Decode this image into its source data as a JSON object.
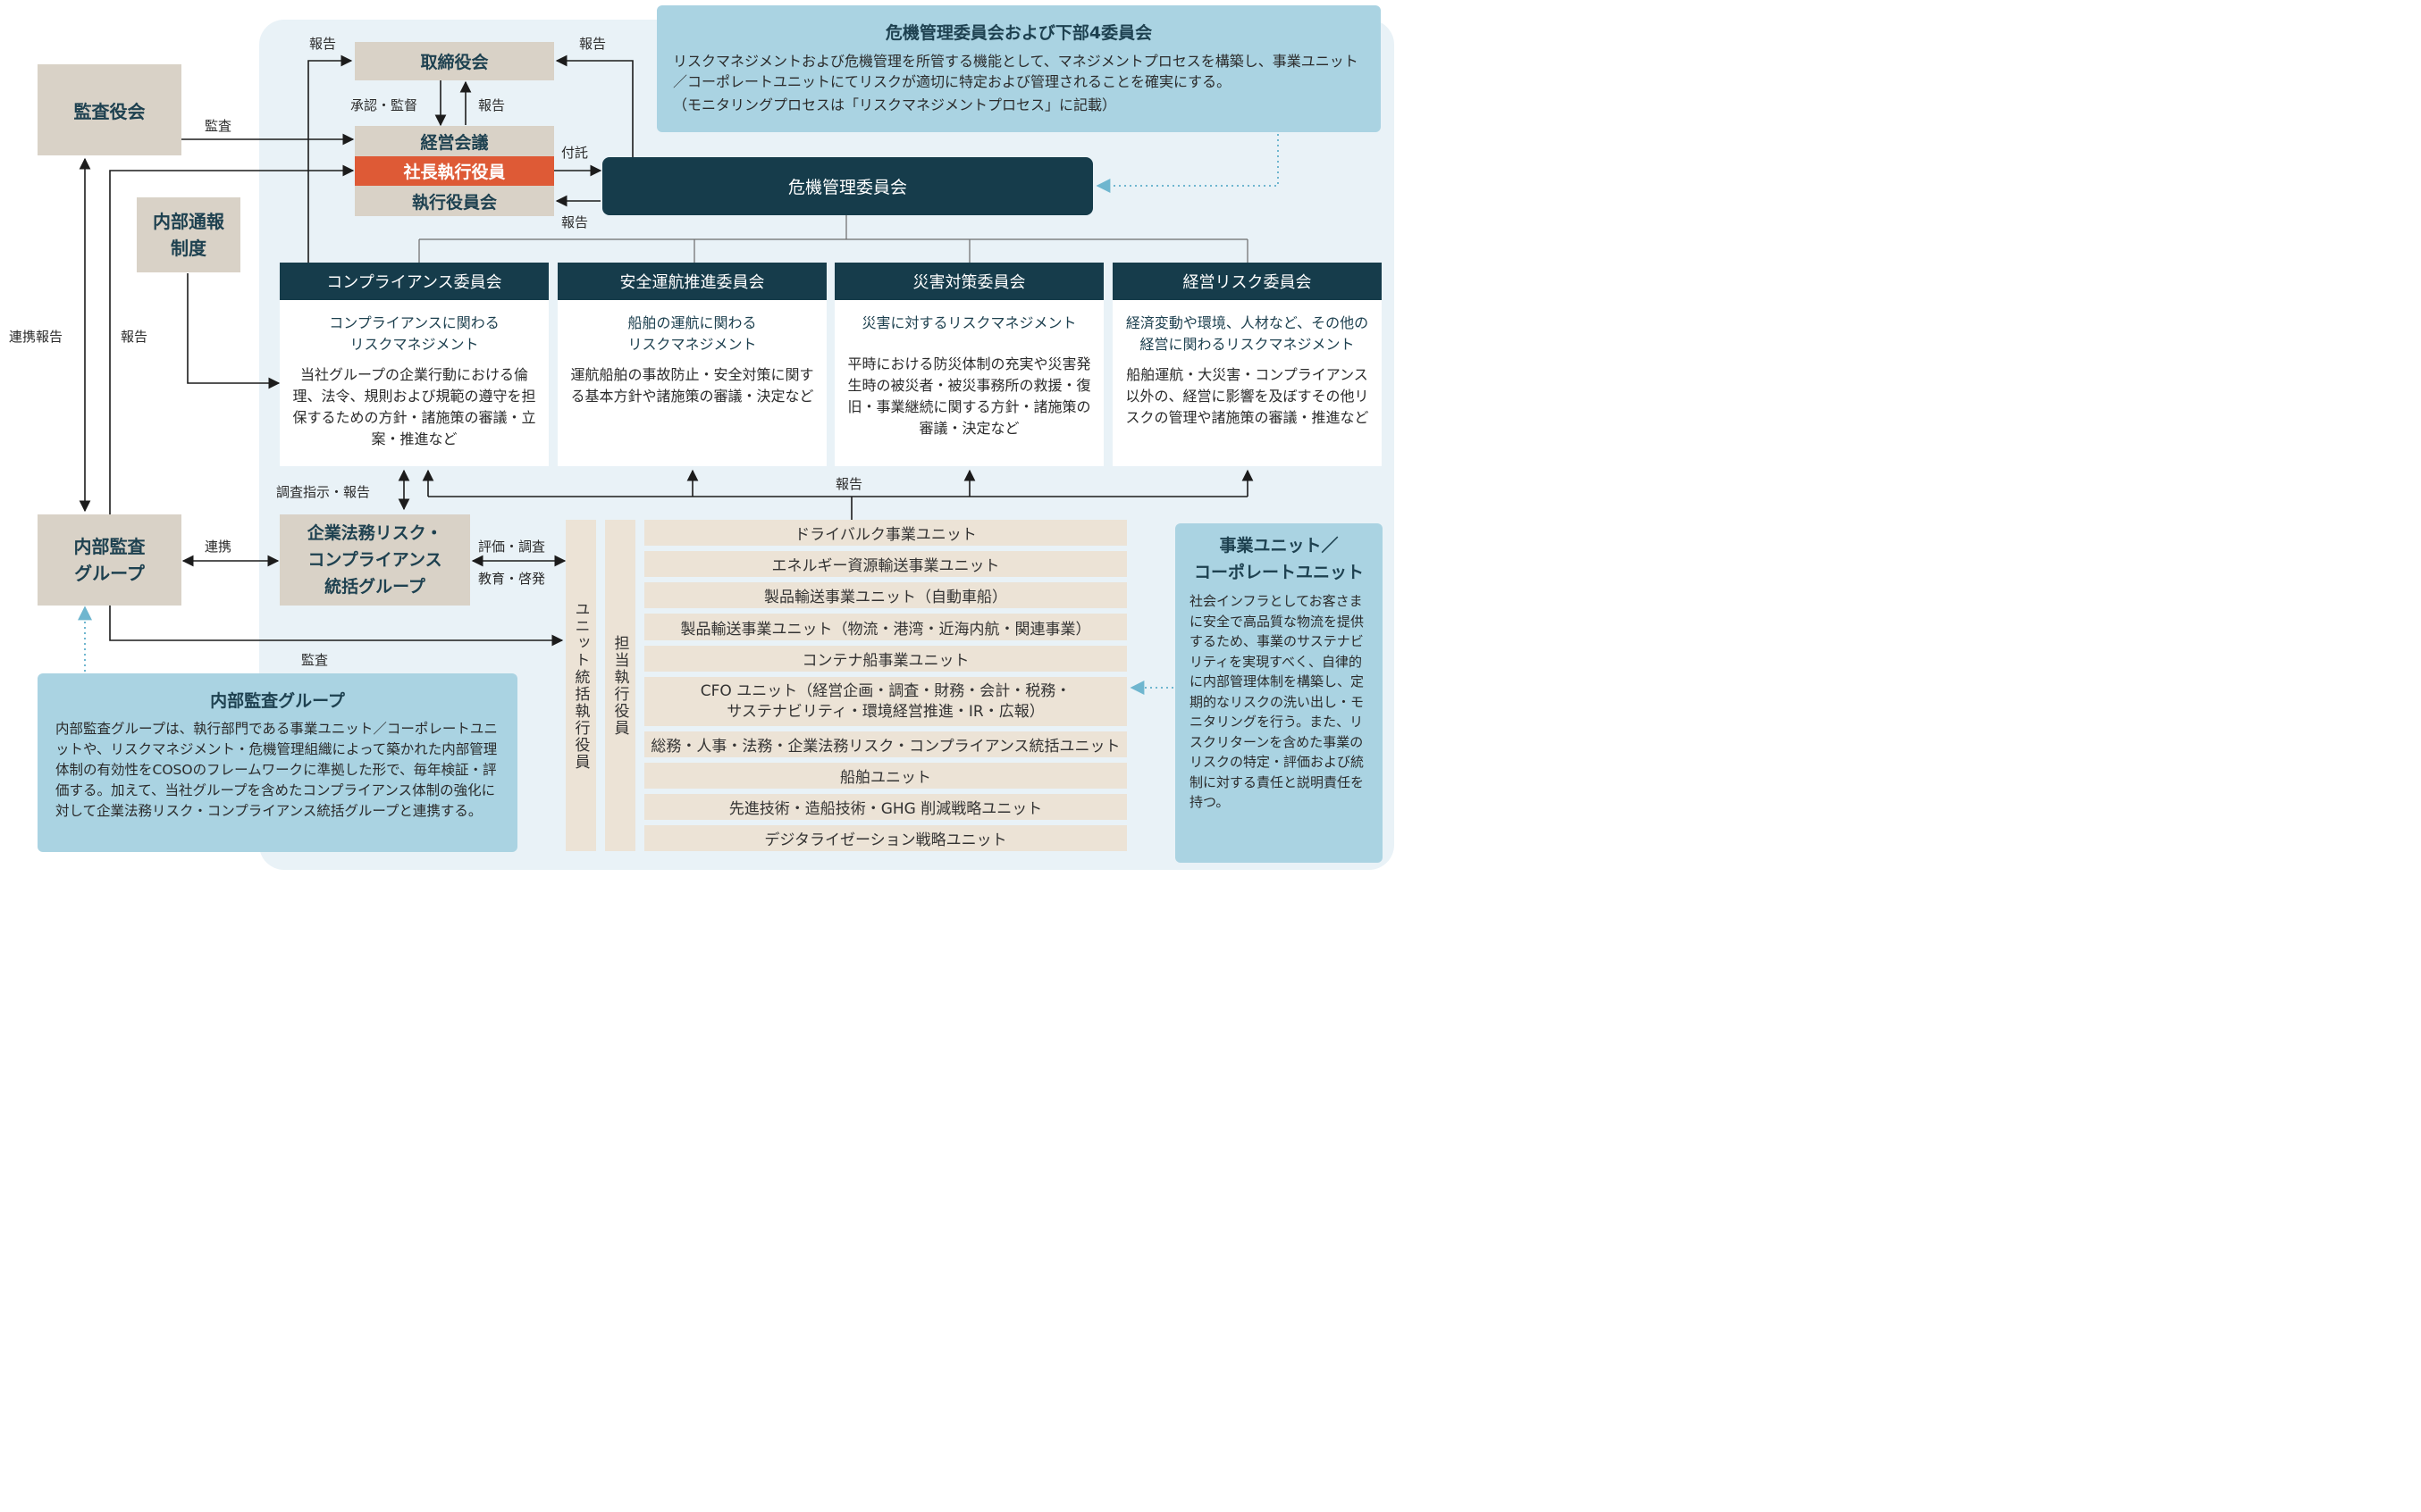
{
  "top_info": {
    "title": "危機管理委員会および下部4委員会",
    "body": "リスクマネジメントおよび危機管理を所管する機能として、マネジメントプロセスを構築し、事業ユニット／コーポレートユニットにてリスクが適切に特定および管理されることを確実にする。",
    "note": "（モニタリングプロセスは「リスクマネジメントプロセス」に記載）"
  },
  "nodes": {
    "audit_board": "監査役会",
    "board": "取締役会",
    "mgmt_meeting": "経営会議",
    "president": "社長執行役員",
    "exec_committee": "執行役員会",
    "crisis_committee": "危機管理委員会",
    "whistle": "内部通報\n制度",
    "internal_audit": "内部監査\nグループ",
    "legal_group": "企業法務リスク・\nコンプライアンス\n統括グループ",
    "unit_exec": "ユニット統括執行役員",
    "exec_in_charge": "担当執行役員"
  },
  "committees": [
    {
      "name": "コンプライアンス委員会",
      "sub": "コンプライアンスに関わる\nリスクマネジメント",
      "body": "当社グループの企業行動における倫理、法令、規則および規範の遵守を担保するための方針・諸施策の審議・立案・推進など"
    },
    {
      "name": "安全運航推進委員会",
      "sub": "船舶の運航に関わる\nリスクマネジメント",
      "body": "運航船舶の事故防止・安全対策に関する基本方針や諸施策の審議・決定など"
    },
    {
      "name": "災害対策委員会",
      "sub": "災害に対するリスクマネジメント",
      "body": "平時における防災体制の充実や災害発生時の被災者・被災事務所の救援・復旧・事業継続に関する方針・諸施策の審議・決定など"
    },
    {
      "name": "経営リスク委員会",
      "sub": "経済変動や環境、人材など、その他の経営に関わるリスクマネジメント",
      "body": "船舶運航・大災害・コンプライアンス以外の、経営に影響を及ぼすその他リスクの管理や諸施策の審議・推進など"
    }
  ],
  "units": [
    "ドライバルク事業ユニット",
    "エネルギー資源輸送事業ユニット",
    "製品輸送事業ユニット（自動車船）",
    "製品輸送事業ユニット（物流・港湾・近海内航・関連事業）",
    "コンテナ船事業ユニット",
    "CFO ユニット（経営企画・調査・財務・会計・税務・\nサステナビリティ・環境経営推進・IR・広報）",
    "総務・人事・法務・企業法務リスク・コンプライアンス統括ユニット",
    "船舶ユニット",
    "先進技術・造船技術・GHG 削減戦略ユニット",
    "デジタライゼーション戦略ユニット"
  ],
  "labels": {
    "report_a": "報告",
    "report_b": "報告",
    "approve": "承認・監督",
    "report_c": "報告",
    "audit": "監査",
    "entrust": "付託",
    "report_d": "報告",
    "liaison_report": "連携報告",
    "report_e": "報告",
    "survey": "調査指示・報告",
    "report_f": "報告",
    "liaison": "連携",
    "evaluate": "評価・調査",
    "educate": "教育・啓発",
    "audit2": "監査"
  },
  "audit_info": {
    "title": "内部監査グループ",
    "body": "内部監査グループは、執行部門である事業ユニット／コーポレートユニットや、リスクマネジメント・危機管理組織によって築かれた内部管理体制の有効性をCOSOのフレームワークに準拠した形で、毎年検証・評価する。加えて、当社グループを含めたコンプライアンス体制の強化に対して企業法務リスク・コンプライアンス統括グループと連携する。"
  },
  "unit_info": {
    "title": "事業ユニット／\nコーポレートユニット",
    "body": "社会インフラとしてお客さまに安全で高品質な物流を提供するため、事業のサステナビリティを実現すべく、自律的に内部管理体制を構築し、定期的なリスクの洗い出し・モニタリングを行う。また、リスクリターンを含めた事業のリスクの特定・評価および統制に対する責任と説明責任を持つ。"
  },
  "colors": {
    "navy": "#163c4b",
    "red": "#de5a36",
    "beige": "#d9d2c7",
    "light_blue": "#aad3e2",
    "panel": "#e9f2f7"
  }
}
